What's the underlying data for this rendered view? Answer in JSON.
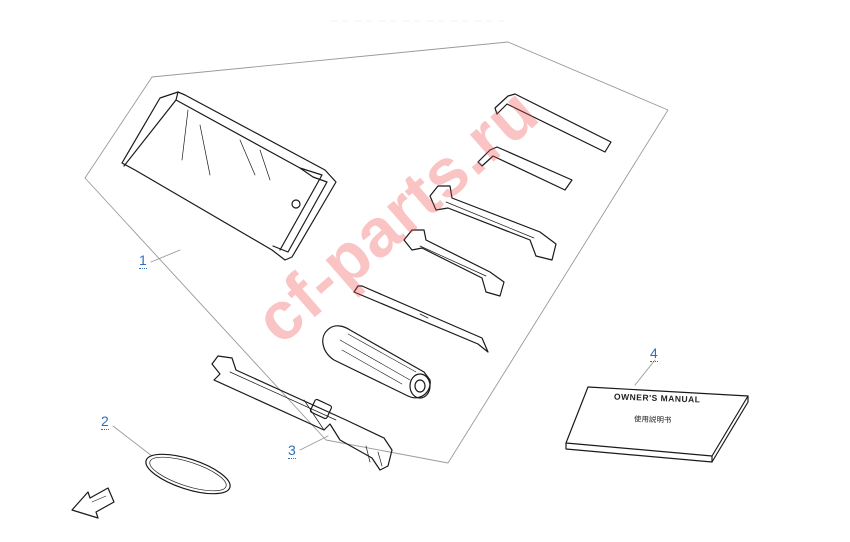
{
  "diagram": {
    "callouts": [
      "1",
      "2",
      "3",
      "4"
    ],
    "manual_title": "OWNER'S MANUAL",
    "manual_subtitle": "使用説明书",
    "watermark": "cf-parts.ru",
    "colors": {
      "callout": "#2f6fb5",
      "line": "#1a1a1a",
      "frame": "#9a9a9a",
      "watermark": "#f04646"
    },
    "icons": [
      "pouch",
      "hex-key",
      "open-end-wrench",
      "screwdriver",
      "spark-plug-wrench",
      "o-ring",
      "front-arrow",
      "owners-manual"
    ]
  }
}
